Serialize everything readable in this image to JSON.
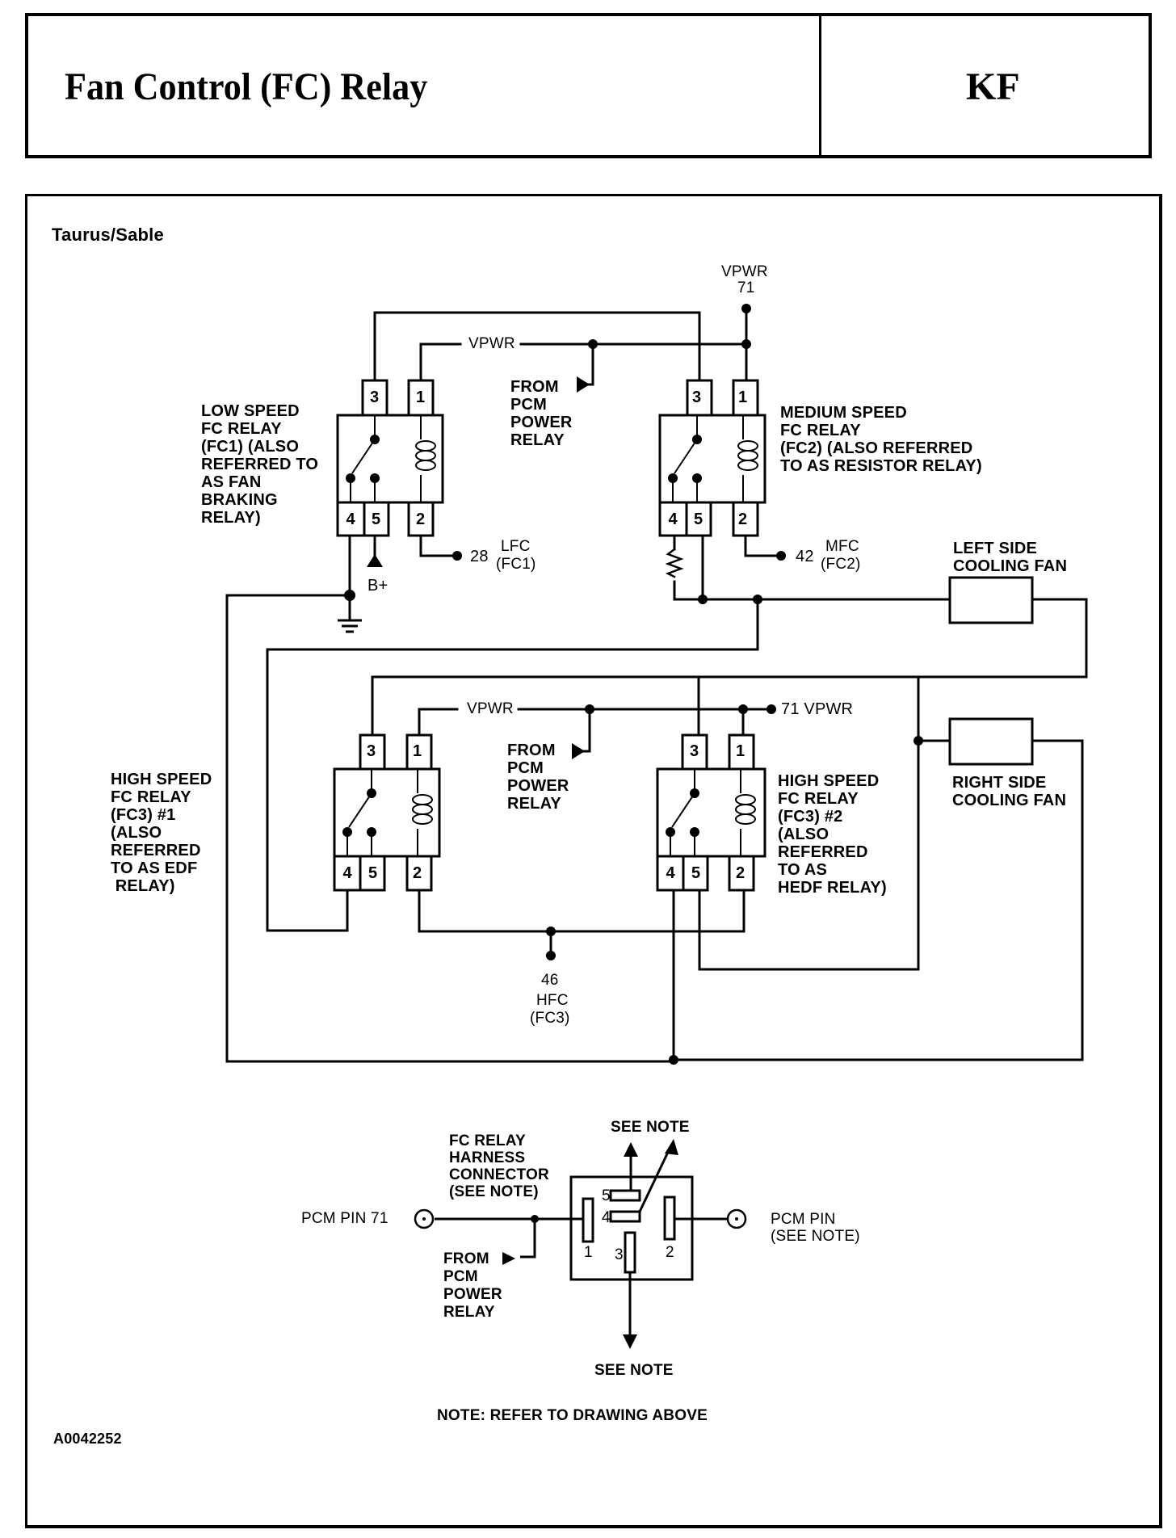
{
  "header": {
    "title": "Fan Control (FC) Relay",
    "code": "KF"
  },
  "diagram": {
    "vehicle": "Taurus/Sable",
    "figure_id": "A0042252",
    "vpwr_top": "VPWR",
    "vpwr_top_pin": "71",
    "vpwr_label": "VPWR",
    "vpwr_71_label": "71 VPWR",
    "from_pcm_power_relay": "FROM\nPCM\nPOWER\nRELAY",
    "relays": [
      {
        "id": "fc1",
        "label": "LOW SPEED\nFC RELAY\n(FC1) (ALSO\nREFERRED TO\nAS FAN\nBRAKING\nRELAY)",
        "pins": [
          "3",
          "1",
          "4",
          "5",
          "2"
        ]
      },
      {
        "id": "fc2",
        "label": "MEDIUM SPEED\nFC RELAY\n(FC2) (ALSO REFERRED\nTO AS RESISTOR RELAY)",
        "pins": [
          "3",
          "1",
          "4",
          "5",
          "2"
        ]
      },
      {
        "id": "fc3-1",
        "label": "HIGH SPEED\nFC RELAY\n(FC3) #1\n(ALSO\nREFERRED\nTO AS EDF\n RELAY)",
        "pins": [
          "3",
          "1",
          "4",
          "5",
          "2"
        ]
      },
      {
        "id": "fc3-2",
        "label": "HIGH SPEED\nFC RELAY\n(FC3) #2\n(ALSO\nREFERRED\nTO AS\nHEDF RELAY)",
        "pins": [
          "3",
          "1",
          "4",
          "5",
          "2"
        ]
      }
    ],
    "b_plus": "B+",
    "lfc": {
      "pin": "28",
      "name": "LFC",
      "sub": "(FC1)"
    },
    "mfc": {
      "pin": "42",
      "name": "MFC",
      "sub": "(FC2)"
    },
    "hfc": {
      "pin": "46",
      "name": "HFC",
      "sub": "(FC3)"
    },
    "left_fan": "LEFT SIDE\nCOOLING FAN",
    "right_fan": "RIGHT SIDE\nCOOLING FAN"
  },
  "connector": {
    "label": "FC RELAY\nHARNESS\nCONNECTOR\n(SEE NOTE)",
    "see_note_top": "SEE NOTE",
    "see_note_bottom": "SEE NOTE",
    "pcm_pin_71": "PCM PIN 71",
    "pcm_pin_right": "PCM PIN\n(SEE NOTE)",
    "from_pcm_power_relay": "FROM\nPCM\nPOWER\nRELAY",
    "pins": [
      "5",
      "4",
      "1",
      "3",
      "2"
    ],
    "note": "NOTE: REFER TO DRAWING ABOVE"
  }
}
